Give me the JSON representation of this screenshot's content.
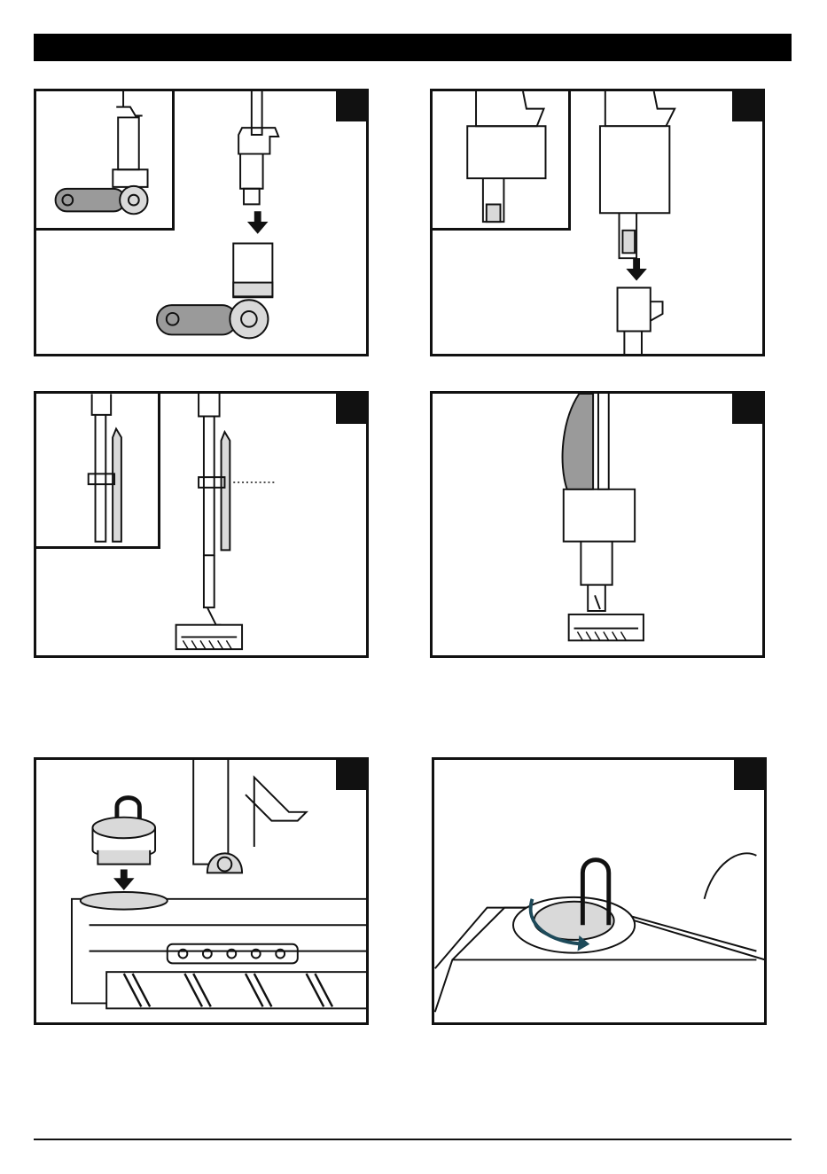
{
  "colors": {
    "line": "#111111",
    "fill_gray": "#9a9a9a",
    "fill_light": "#d9d9d9",
    "arrow_teal": "#1d4a5a"
  },
  "panels": [
    {
      "id": "attach-wand-to-floor-nozzle",
      "icons": [
        "floor-nozzle-icon",
        "wand-icon",
        "down-arrow-icon"
      ]
    },
    {
      "id": "attach-wand-to-handheld",
      "icons": [
        "handheld-vacuum-icon",
        "wand-icon",
        "down-arrow-icon"
      ]
    },
    {
      "id": "store-crevice-tool-on-wand",
      "icons": [
        "crevice-tool-icon",
        "wand-icon",
        "floor-nozzle-icon"
      ]
    },
    {
      "id": "assembled-vacuum",
      "icons": [
        "handheld-vacuum-icon",
        "wand-icon",
        "floor-nozzle-icon"
      ]
    },
    {
      "id": "insert-fragrance-cartridge",
      "icons": [
        "fragrance-cartridge-icon",
        "down-arrow-icon",
        "floor-nozzle-icon"
      ]
    },
    {
      "id": "twist-to-lock-cartridge",
      "icons": [
        "fragrance-cartridge-icon",
        "curved-arrow-icon"
      ]
    }
  ]
}
